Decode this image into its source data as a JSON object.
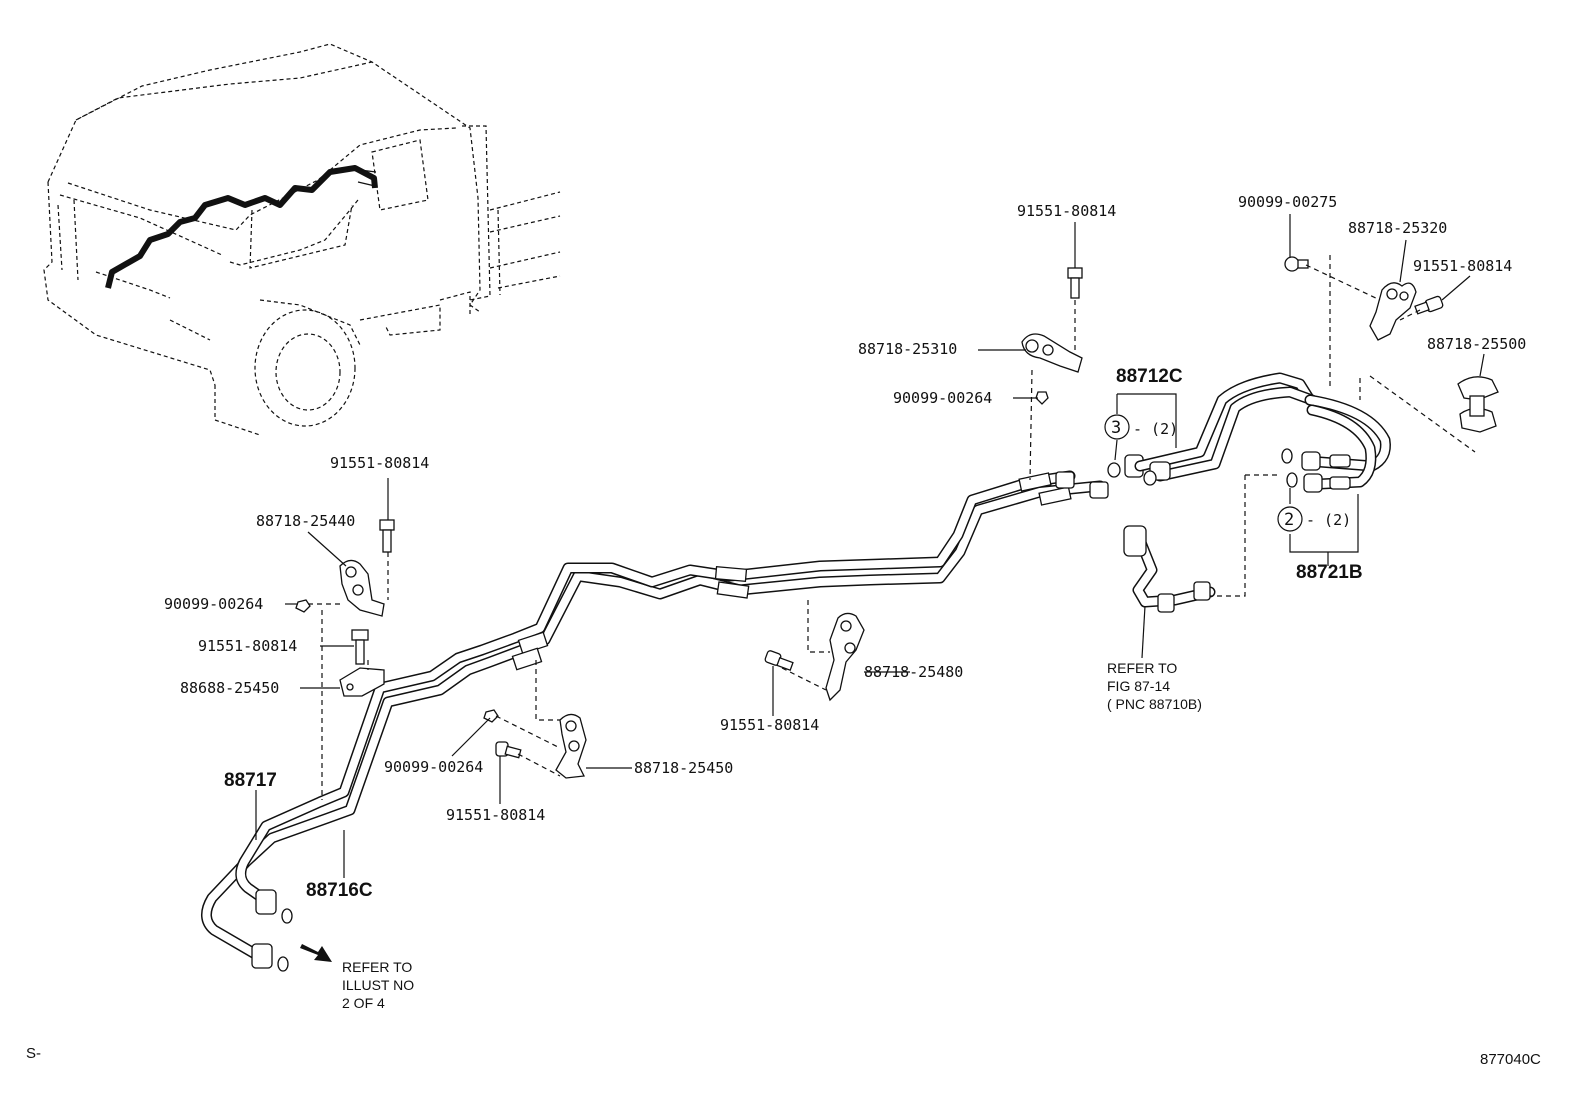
{
  "labels": {
    "p91551_top": "91551-80814",
    "p90099_00275": "90099-00275",
    "p88718_25320": "88718-25320",
    "p91551_right": "91551-80814",
    "p88718_25500": "88718-25500",
    "p88718_25310": "88718-25310",
    "p90099_00264_top": "90099-00264",
    "p88712C": "88712C",
    "p88721B": "88721B",
    "p91551_left": "91551-80814",
    "p88718_25440": "88718-25440",
    "p90099_00264_left": "90099-00264",
    "p91551_left2": "91551-80814",
    "p88688_25450": "88688-25450",
    "p88718_25480": "88718-25480",
    "p91551_mid": "91551-80814",
    "p90099_00264_bot": "90099-00264",
    "p88718_25450": "88718-25450",
    "p91551_bot": "91551-80814",
    "p88717": "88717",
    "p88716C": "88716C"
  },
  "callouts": {
    "c3_num": "3",
    "c3_qty": "- (2)",
    "c2_num": "2",
    "c2_qty": "- (2)"
  },
  "notes": {
    "fig_ref": [
      "REFER TO",
      "FIG 87-14",
      "( PNC 88710B)"
    ],
    "illust_ref": [
      "REFER TO",
      "ILLUST NO",
      "2 OF 4"
    ]
  },
  "corner": {
    "left": "S-",
    "right": "877040C"
  }
}
